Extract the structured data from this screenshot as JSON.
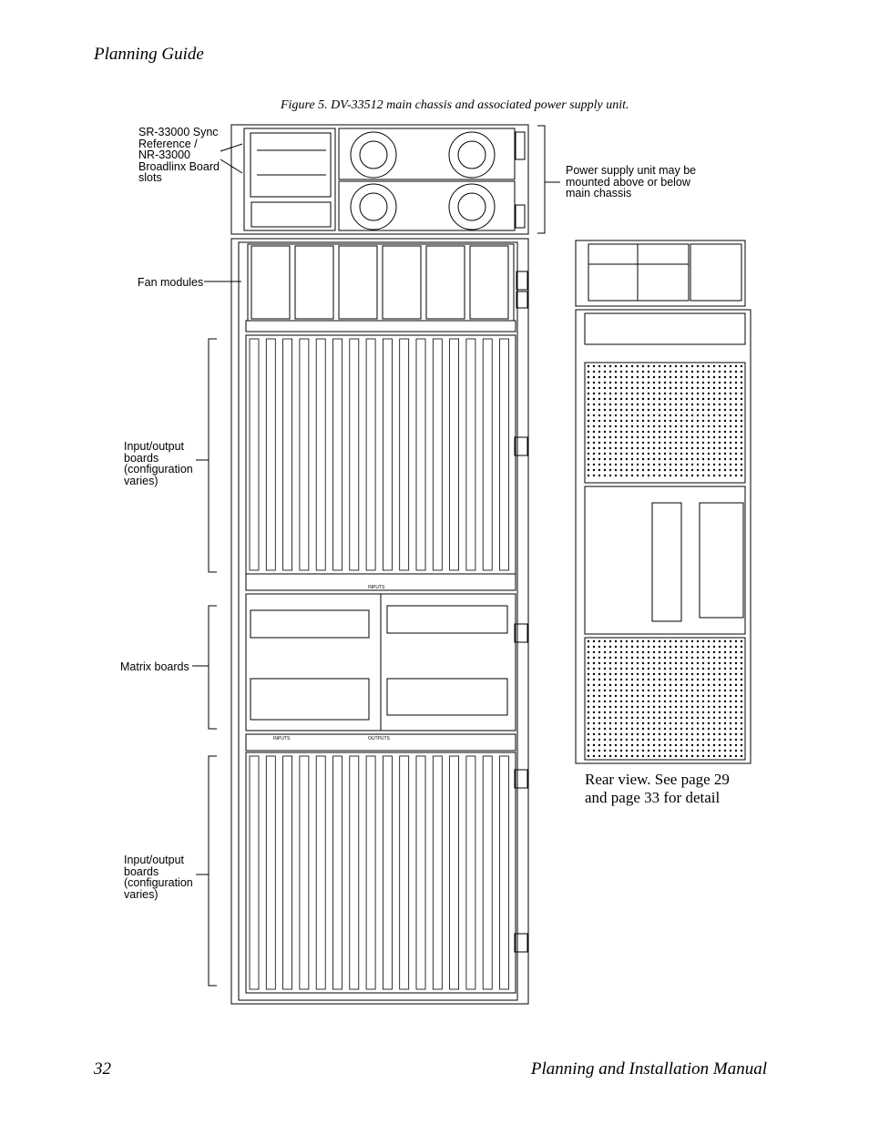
{
  "header": {
    "section": "Planning Guide"
  },
  "figure": {
    "caption": "Figure 5.  DV-33512 main chassis and associated power supply unit.",
    "callouts": {
      "sync_slots": "SR-33000 Sync\nReference /\nNR-33000\nBroadlinx Board\nslots",
      "power_supply": "Power supply unit may be\nmounted above or below\nmain chassis",
      "fan_modules": "Fan modules",
      "io_boards_top": "Input/output\nboards\n(configuration\nvaries)",
      "matrix_boards": "Matrix boards",
      "io_boards_bottom": "Input/output\nboards\n(configuration\nvaries)"
    },
    "rear_note": {
      "line1": "Rear view. See page 29",
      "line2": "and page 33 for detail"
    },
    "panel_labels": {
      "inputs": "INPUTS",
      "outputs": "OUTPUTS"
    }
  },
  "footer": {
    "page_number": "32",
    "manual_title": "Planning and Installation Manual"
  }
}
